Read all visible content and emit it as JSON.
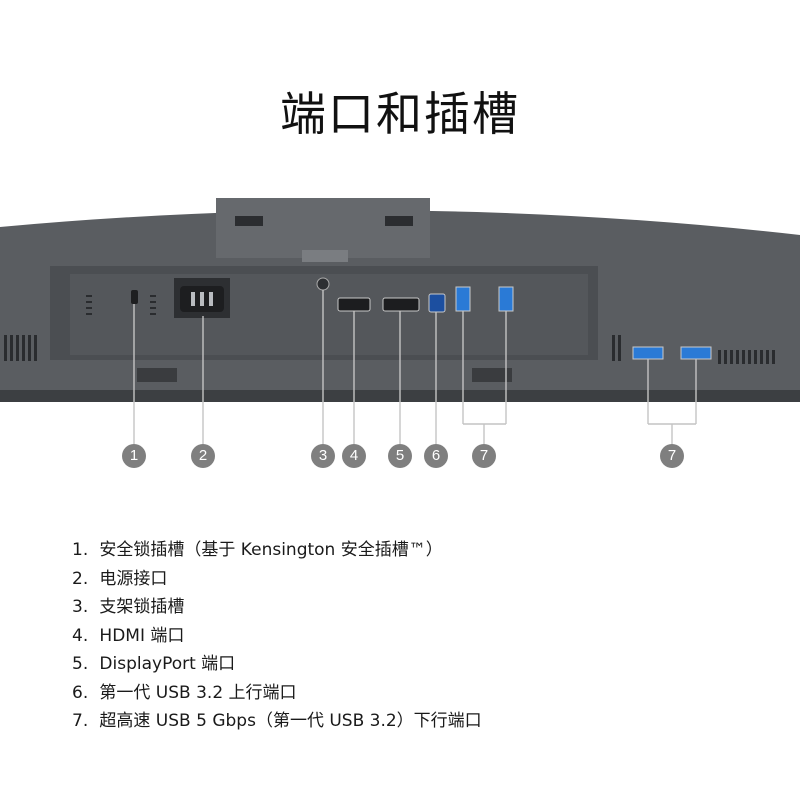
{
  "title": "端口和插槽",
  "callout_numbers": [
    "1",
    "2",
    "3",
    "4",
    "5",
    "6",
    "7",
    "7"
  ],
  "legend": [
    {
      "number": "1.",
      "text": "安全锁插槽（基于 Kensington 安全插槽™）"
    },
    {
      "number": "2.",
      "text": "电源接口"
    },
    {
      "number": "3.",
      "text": "支架锁插槽"
    },
    {
      "number": "4.",
      "text": "HDMI 端口"
    },
    {
      "number": "5.",
      "text": "DisplayPort 端口"
    },
    {
      "number": "6.",
      "text": "第一代 USB 3.2 上行端口"
    },
    {
      "number": "7.",
      "text": "超高速 USB 5 Gbps（第一代 USB 3.2）下行端口"
    }
  ],
  "colors": {
    "monitor_body": "#55585c",
    "panel": "#4a4d51",
    "usb_blue": "#2a7ad6",
    "badge": "#7f7f7f"
  }
}
